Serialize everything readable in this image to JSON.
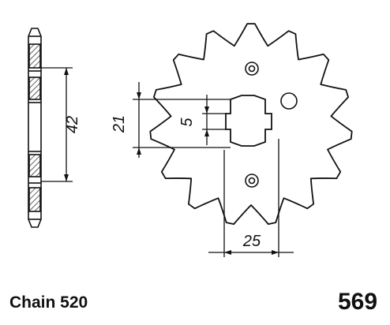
{
  "diagram": {
    "colors": {
      "line": "#111111",
      "background": "#ffffff"
    },
    "dimensions": {
      "side_height": "42",
      "center_bore": "21",
      "spline_width": "5",
      "hole_spacing": "25"
    },
    "footer": {
      "chain": "Chain 520",
      "part_number": "569"
    }
  }
}
